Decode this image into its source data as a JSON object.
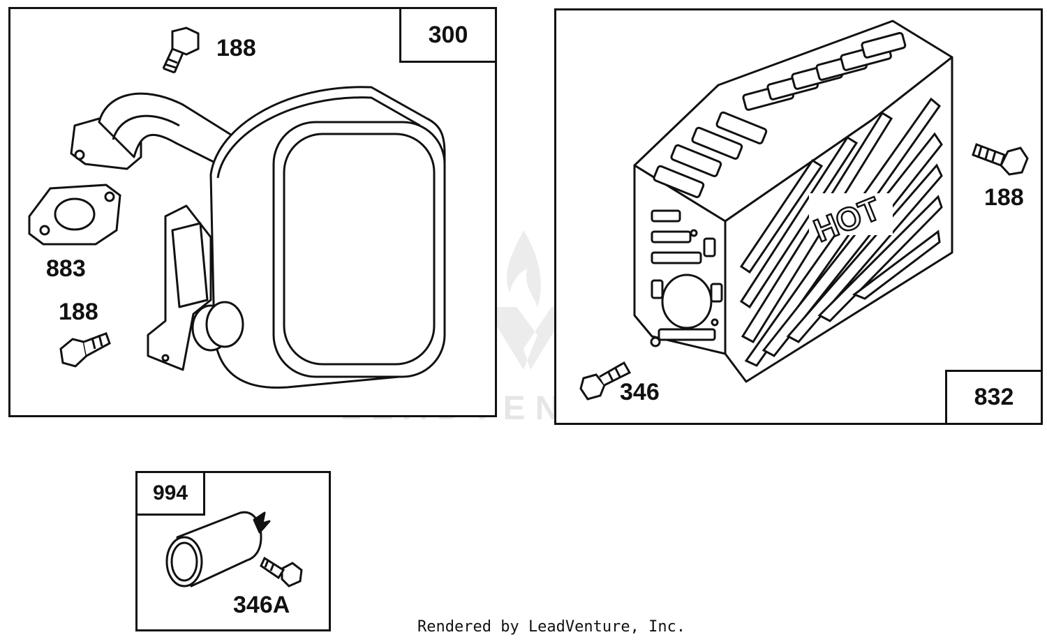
{
  "panels": {
    "muffler": {
      "ref_number": "300",
      "callouts": {
        "top_bolt": "188",
        "gasket": "883",
        "lower_bolt": "188"
      }
    },
    "guard": {
      "ref_number": "832",
      "hot_text": "HOT",
      "callouts": {
        "right_bolt": "188",
        "bottom_screw": "346"
      }
    },
    "deflector": {
      "ref_number": "994",
      "callouts": {
        "screw": "346A"
      }
    }
  },
  "watermark": {
    "text": "LEADVENTURE"
  },
  "footer": {
    "text": "Rendered by LeadVenture, Inc."
  }
}
